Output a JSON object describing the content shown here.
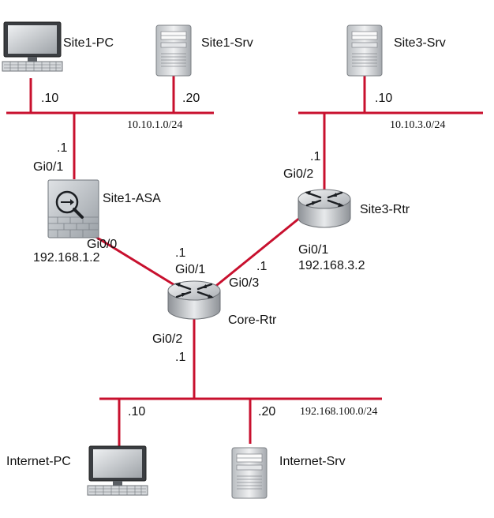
{
  "colors": {
    "link": "#c8102e",
    "text": "#111111"
  },
  "devices": {
    "site1_pc": {
      "name": "Site1-PC",
      "icon": "desktop-pc-icon"
    },
    "site1_srv": {
      "name": "Site1-Srv",
      "icon": "tower-server-icon"
    },
    "site3_srv": {
      "name": "Site3-Srv",
      "icon": "tower-server-icon"
    },
    "site1_asa": {
      "name": "Site1-ASA",
      "icon": "firewall-icon"
    },
    "site3_rtr": {
      "name": "Site3-Rtr",
      "icon": "router-icon"
    },
    "core_rtr": {
      "name": "Core-Rtr",
      "icon": "router-icon"
    },
    "internet_pc": {
      "name": "Internet-PC",
      "icon": "desktop-pc-icon"
    },
    "internet_srv": {
      "name": "Internet-Srv",
      "icon": "tower-server-icon"
    }
  },
  "networks": {
    "site1": "10.10.1.0/24",
    "site3": "10.10.3.0/24",
    "internet": "192.168.100.0/24"
  },
  "labels": {
    "site1_pc_host": ".10",
    "site1_srv_host": ".20",
    "site3_srv_host": ".10",
    "asa_in_host": ".1",
    "asa_in_if": "Gi0/1",
    "asa_out_if": "Gi0/0",
    "asa_out_ip": "192.168.1.2",
    "core_gi01_host": ".1",
    "core_gi01_if": "Gi0/1",
    "core_gi03_host": ".1",
    "core_gi03_if": "Gi0/3",
    "core_gi02_if": "Gi0/2",
    "core_gi02_host": ".1",
    "rtr3_in_host": ".1",
    "rtr3_in_if": "Gi0/2",
    "rtr3_out_if": "Gi0/1",
    "rtr3_out_ip": "192.168.3.2",
    "inet_pc_host": ".10",
    "inet_srv_host": ".20"
  }
}
